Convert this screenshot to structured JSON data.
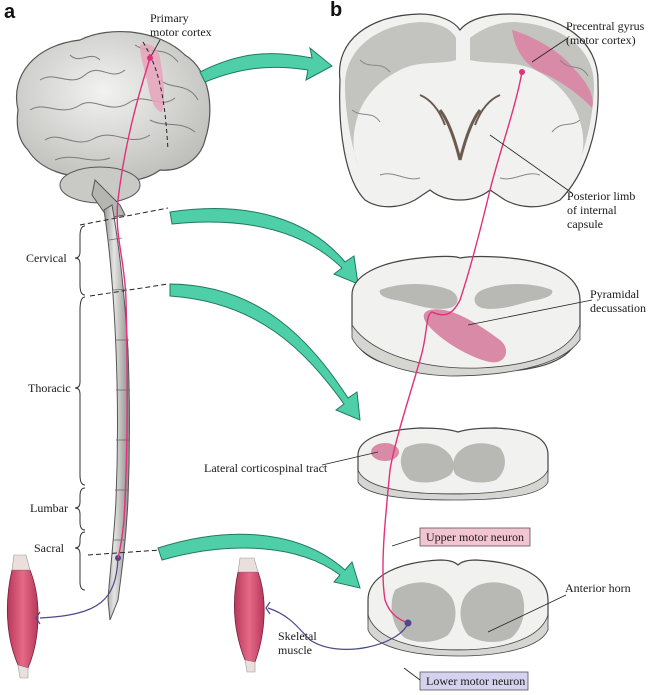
{
  "panels": {
    "a": "a",
    "b": "b"
  },
  "labels": {
    "primary_motor_cortex": [
      "Primary",
      "motor cortex"
    ],
    "precentral_gyrus": [
      "Precentral gyrus",
      "(motor cortex)"
    ],
    "posterior_limb": [
      "Posterior limb",
      "of internal",
      "capsule"
    ],
    "pyramidal_decussation": [
      "Pyramidal",
      "decussation"
    ],
    "lateral_corticospinal_tract": "Lateral corticospinal tract",
    "upper_motor_neuron": "Upper motor neuron",
    "anterior_horn": "Anterior horn",
    "skeletal_muscle": [
      "Skeletal",
      "muscle"
    ],
    "lower_motor_neuron": "Lower motor neuron"
  },
  "spinal_regions": {
    "cervical": "Cervical",
    "thoracic": "Thoracic",
    "lumbar": "Lumbar",
    "sacral": "Sacral"
  },
  "colors": {
    "pathway": "#e2307a",
    "lower_neuron": "#4a4a8a",
    "arrow": "#4fcfa8",
    "arrow_edge": "#1f7a60",
    "tract_fill": "#d98aa6",
    "upper_box": "#f3c4d2",
    "lower_box": "#d4d2ee",
    "muscle": "#d4506e",
    "white_matter": "#f1f1ef",
    "gray_matter": "#b8b8b4"
  }
}
